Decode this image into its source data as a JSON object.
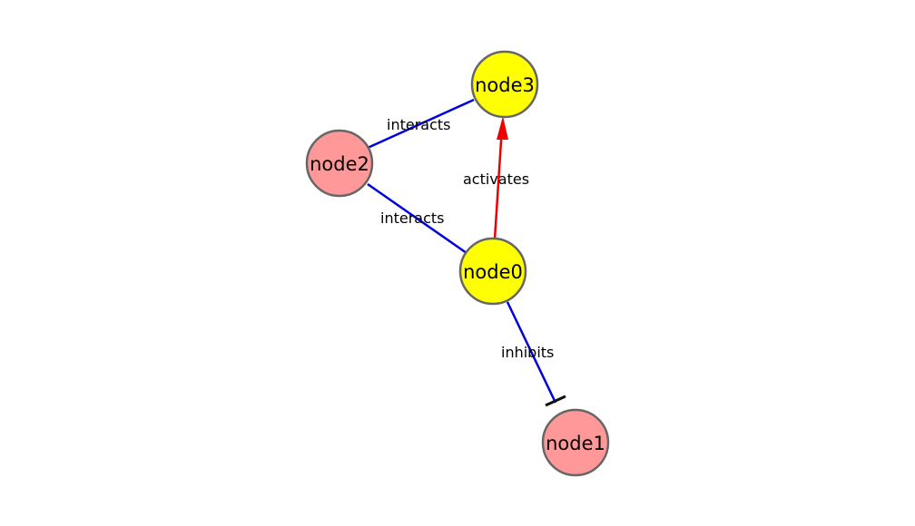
{
  "diagram": {
    "colors": {
      "node_yellow": "#ffff00",
      "node_pink": "#ff9999",
      "node_border": "#666666",
      "edge_blue": "#0000dd",
      "edge_red": "#ee0000",
      "inhibit_bar": "#111111"
    },
    "nodes": [
      {
        "id": "node0",
        "label": "node0",
        "fill": "#ffff00"
      },
      {
        "id": "node1",
        "label": "node1",
        "fill": "#ff9999"
      },
      {
        "id": "node2",
        "label": "node2",
        "fill": "#ff9999"
      },
      {
        "id": "node3",
        "label": "node3",
        "fill": "#ffff00"
      }
    ],
    "edges": [
      {
        "id": "e-node2-node3",
        "source": "node2",
        "target": "node3",
        "label": "interacts",
        "kind": "interacts",
        "color": "#0000dd"
      },
      {
        "id": "e-node2-node0",
        "source": "node2",
        "target": "node0",
        "label": "interacts",
        "kind": "interacts",
        "color": "#0000dd"
      },
      {
        "id": "e-node0-node3",
        "source": "node0",
        "target": "node3",
        "label": "activates",
        "kind": "activates",
        "color": "#ee0000"
      },
      {
        "id": "e-node0-node1",
        "source": "node0",
        "target": "node1",
        "label": "inhibits",
        "kind": "inhibits",
        "color": "#0000dd"
      }
    ]
  }
}
